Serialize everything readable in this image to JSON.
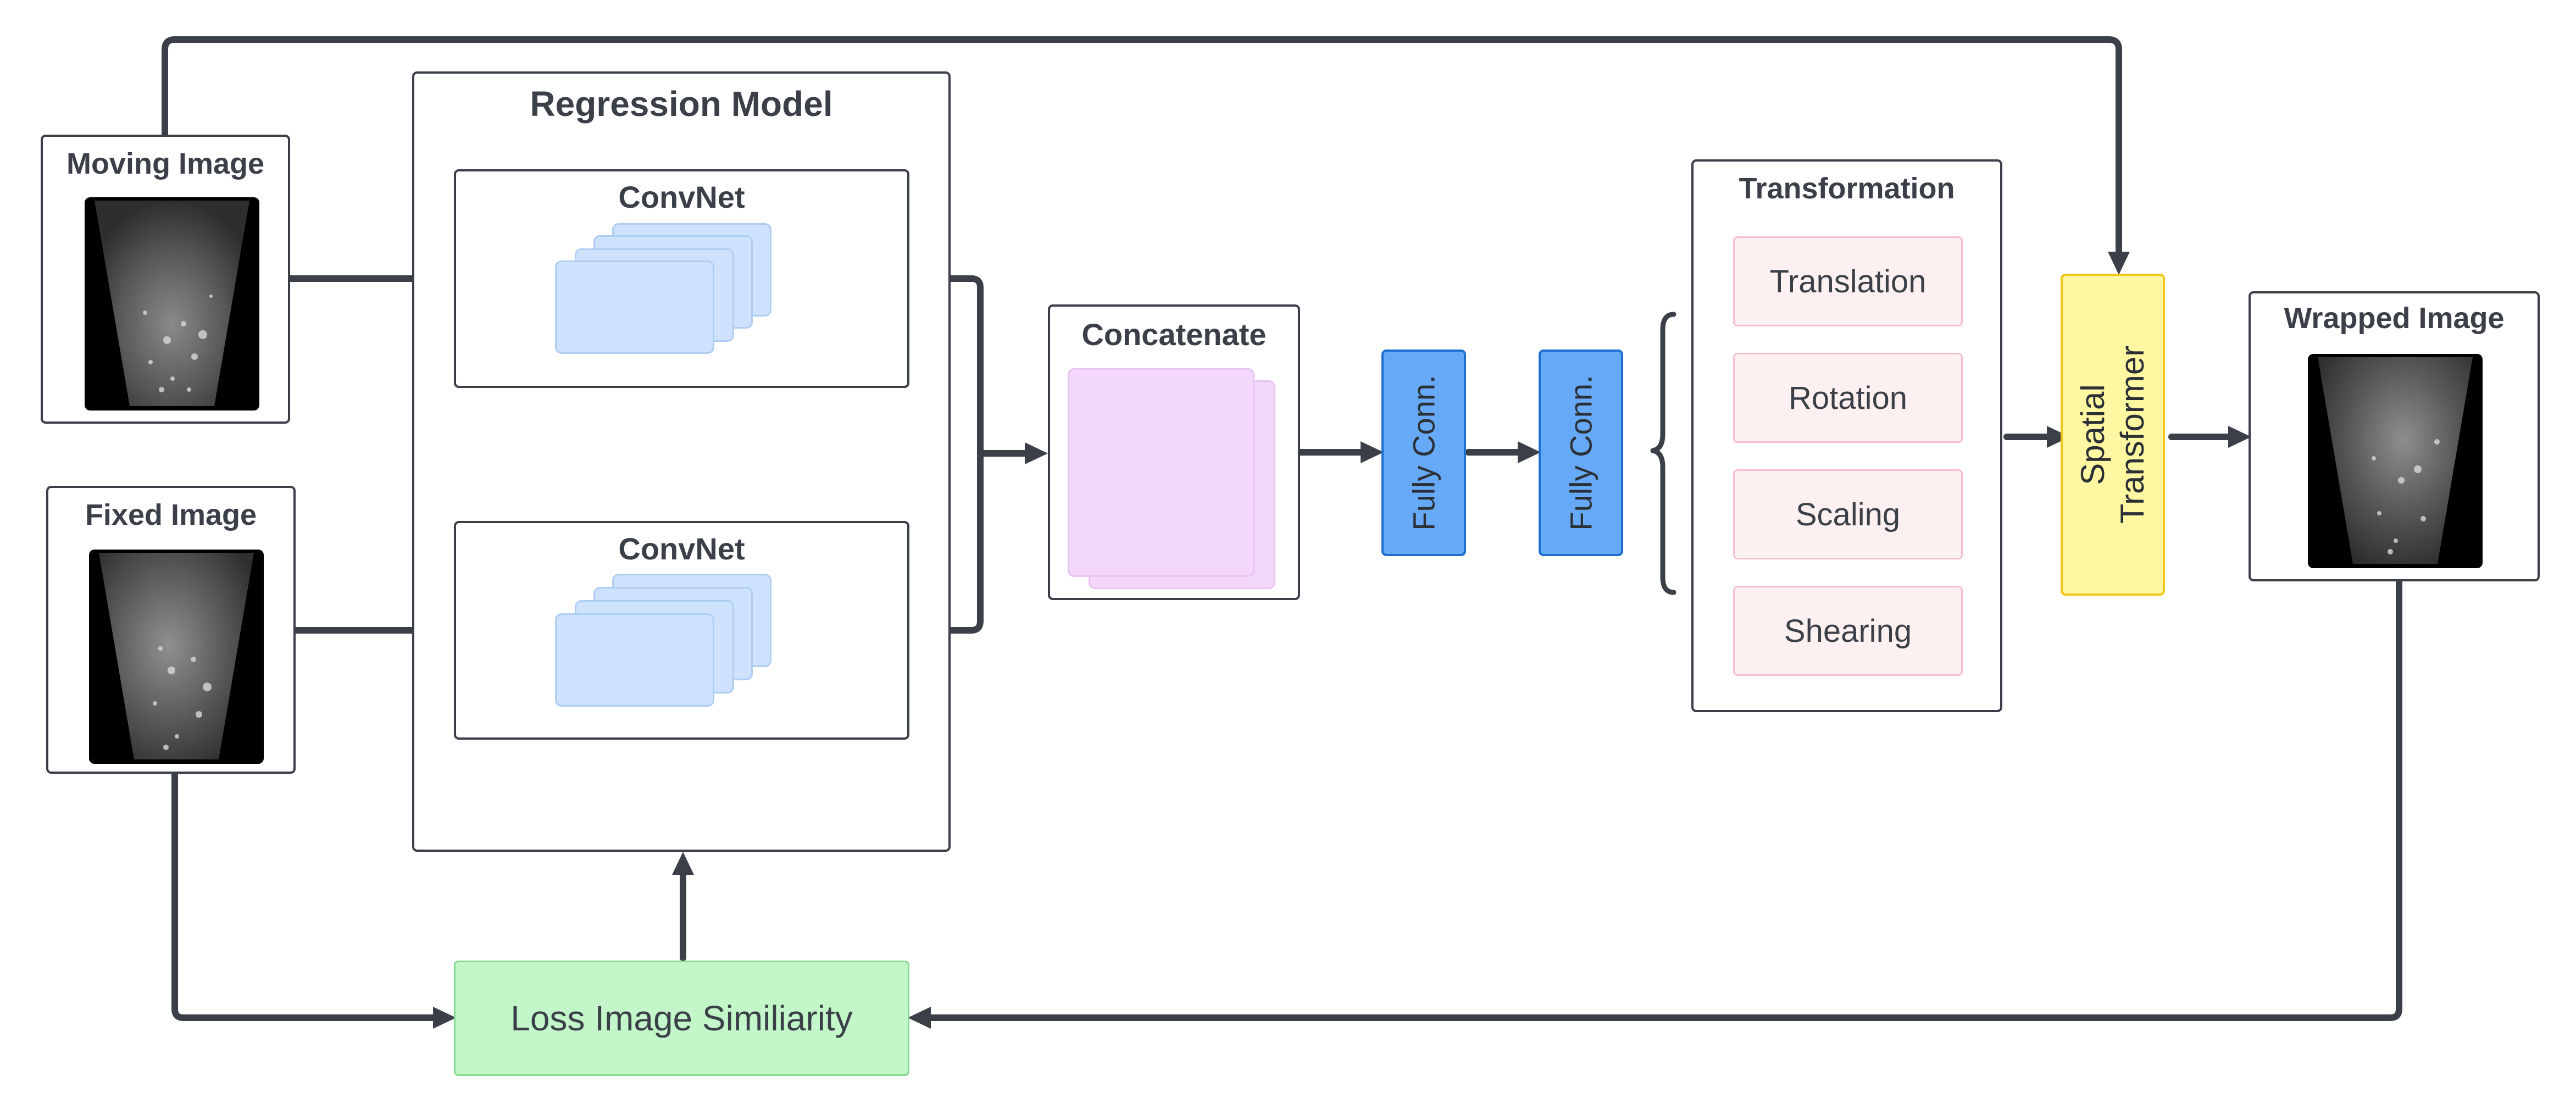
{
  "diagram": {
    "moving_image": {
      "label": "Moving Image"
    },
    "fixed_image": {
      "label": "Fixed Image"
    },
    "regression_model": {
      "label": "Regression Model",
      "convnets": [
        {
          "label": "ConvNet"
        },
        {
          "label": "ConvNet"
        }
      ]
    },
    "concatenate": {
      "label": "Concatenate"
    },
    "fully_connected": [
      {
        "label": "Fully Conn."
      },
      {
        "label": "Fully Conn."
      }
    ],
    "transformation": {
      "label": "Transformation",
      "items": [
        "Translation",
        "Rotation",
        "Scaling",
        "Shearing"
      ]
    },
    "spatial_transformer": {
      "line1": "Spatial",
      "line2": "Transformer"
    },
    "wrapped_image": {
      "label": "Wrapped Image"
    },
    "loss": {
      "label": "Loss Image Similiarity"
    }
  },
  "colors": {
    "edge": "#3a3f48",
    "convnet_layer": "#cfe2fd",
    "concat_layer": "#f3d8fc",
    "fully_connected": "#66a9f6",
    "transformation_item": "#fdf0f0",
    "spatial_transformer": "#fff7a1",
    "loss": "#c3f6c8"
  }
}
